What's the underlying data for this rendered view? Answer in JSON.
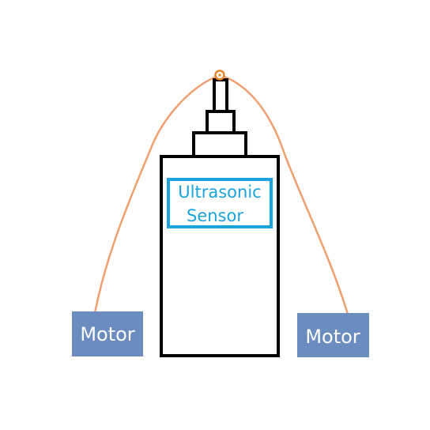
{
  "sensor": {
    "label_line1": "Ultrasonic",
    "label_line2": "Sensor"
  },
  "motors": {
    "left_label": "Motor",
    "right_label": "Motor"
  },
  "colors": {
    "outline": "#000000",
    "sensor_frame": "#1aa3dc",
    "motor_fill": "#6b8cbf",
    "motor_text": "#ffffff",
    "wire": "#f0a070",
    "pivot": "#e8832a"
  }
}
